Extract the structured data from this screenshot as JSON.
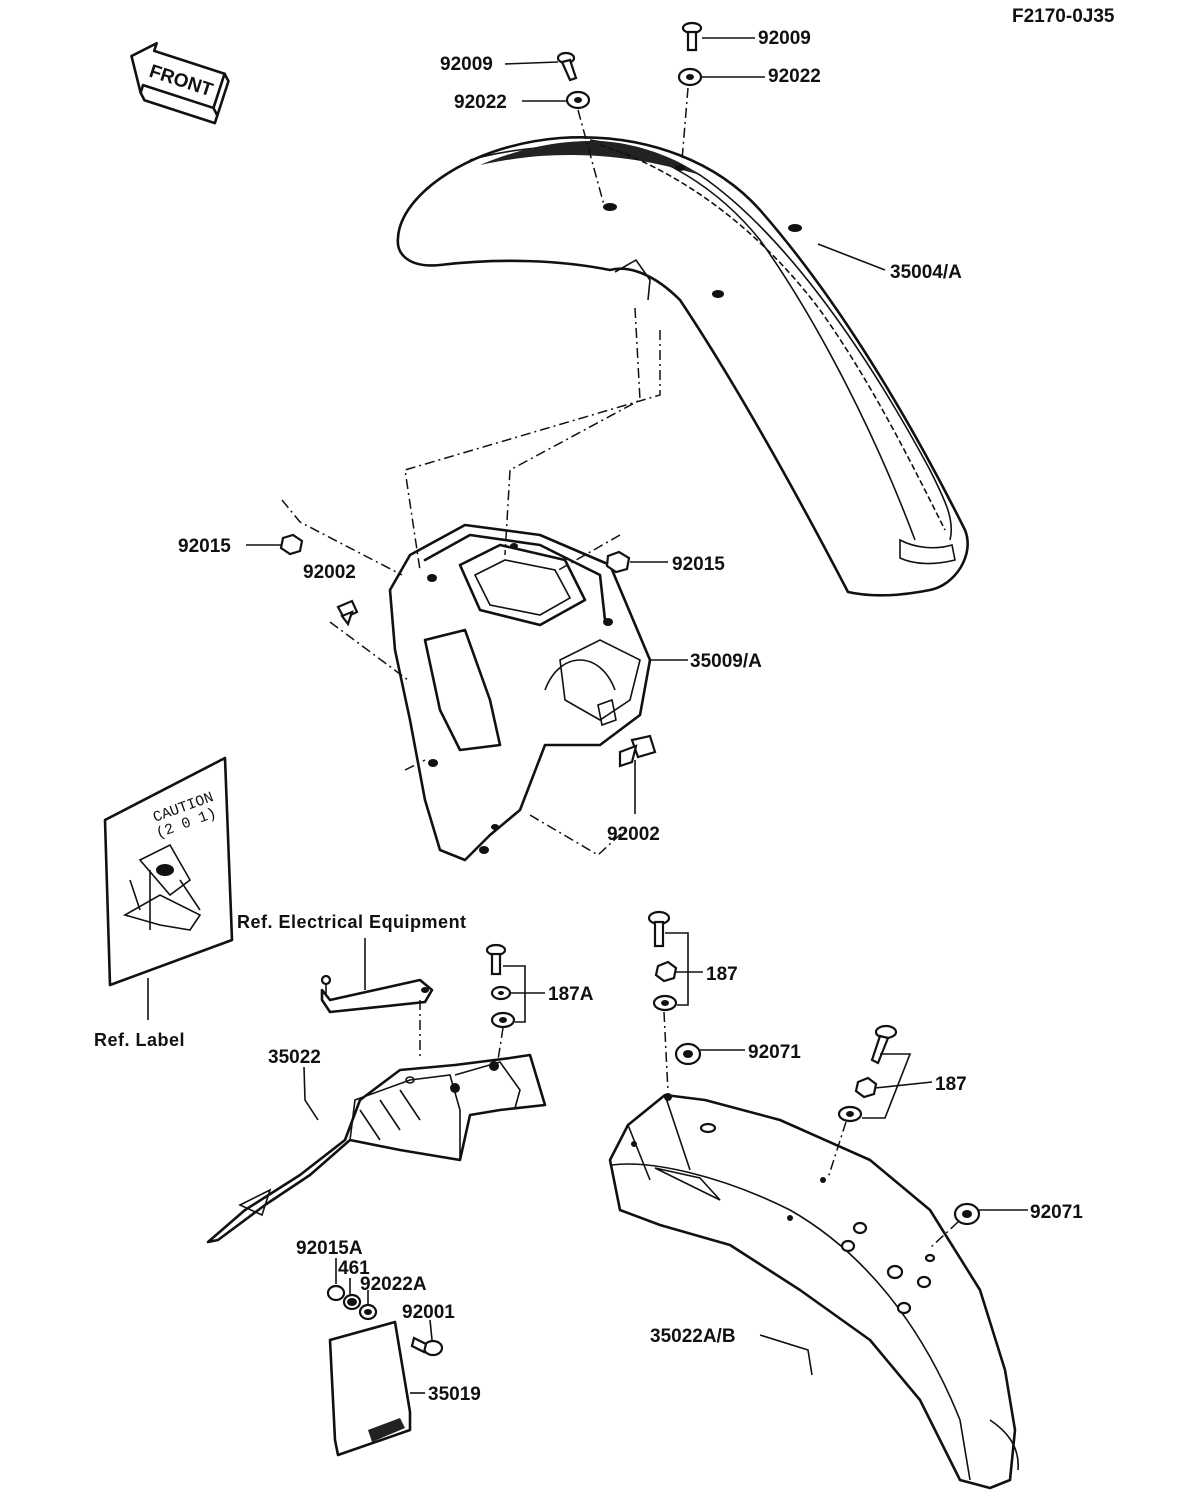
{
  "diagram_code": "F2170-0J35",
  "front_tag": "FRONT",
  "refs": {
    "electrical": "Ref. Electrical Equipment",
    "label": "Ref. Label"
  },
  "caution_label": {
    "line1": "CAUTION",
    "line2": "(2 0 1)"
  },
  "part_labels": {
    "p92009_left": "92009",
    "p92009_right": "92009",
    "p92022_left": "92022",
    "p92022_right": "92022",
    "p35004A": "35004/A",
    "p92015_left": "92015",
    "p92015_right": "92015",
    "p92002_top": "92002",
    "p92002_bottom": "92002",
    "p35009A": "35009/A",
    "p187A": "187A",
    "p35022": "35022",
    "p187_top": "187",
    "p187_right": "187",
    "p92071_top": "92071",
    "p92071_right": "92071",
    "p92015A": "92015A",
    "p461": "461",
    "p92022A": "92022A",
    "p92001": "92001",
    "p35019": "35019",
    "p35022AB": "35022A/B"
  }
}
